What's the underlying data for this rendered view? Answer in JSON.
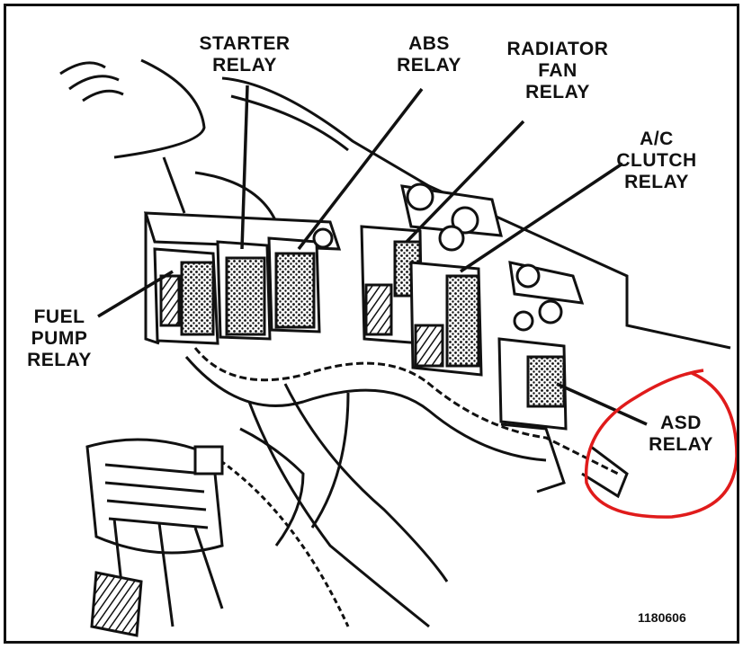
{
  "labels": {
    "starter_relay": "STARTER\nRELAY",
    "abs_relay": "ABS\nRELAY",
    "radiator_fan_relay": "RADIATOR\nFAN\nRELAY",
    "ac_clutch_relay": "A/C\nCLUTCH\nRELAY",
    "fuel_pump_relay": "FUEL\nPUMP\nRELAY",
    "asd_relay": "ASD\nRELAY"
  },
  "figure_code": "1180606",
  "annotation": {
    "color": "#e01b1b",
    "target": "ASD RELAY"
  },
  "colors": {
    "ink": "#111111",
    "paper": "#ffffff"
  }
}
